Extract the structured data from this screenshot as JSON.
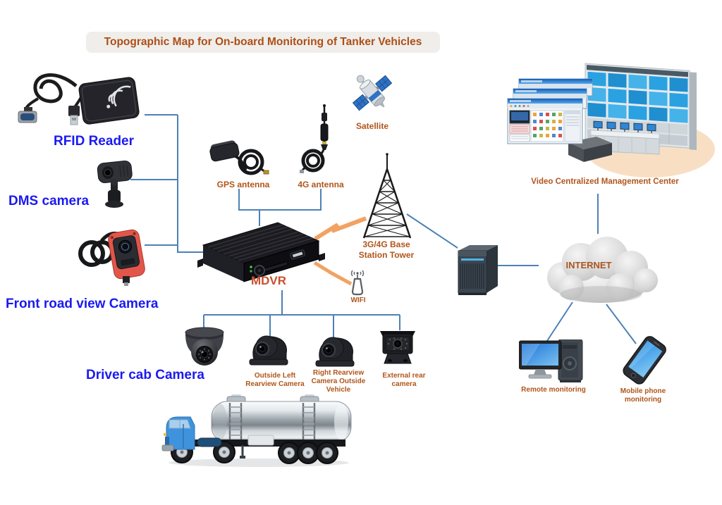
{
  "title": "Topographic Map for On-board Monitoring of Tanker Vehicles",
  "labels": {
    "rfid": "RFID Reader",
    "dms": "DMS camera",
    "front_cam": "Front road view Camera",
    "driver_cab": "Driver cab Camera",
    "gps": "GPS antenna",
    "antenna_4g": "4G antenna",
    "satellite": "Satellite",
    "base_station": "3G/4G Base Station Tower",
    "wifi": "WIFI",
    "mdvr": "MDVR",
    "outside_left": "Outside Left Rearview Camera",
    "right_rearview": "Right Rearview Camera Outside Vehicle",
    "external_rear": "External rear camera",
    "mgmt_center": "Video Centralized Management Center",
    "internet": "INTERNET",
    "remote": "Remote monitoring",
    "mobile": "Mobile phone monitoring"
  },
  "colors": {
    "device_label_blue": "#1a1af0",
    "annotation_brown": "#b0551a",
    "title_text": "#ad4f17",
    "title_background": "#f0eeeb",
    "mdvr_label": "#c7502d",
    "connector_blue": "#4d81b5",
    "wireless_bolt_orange": "#f2a263",
    "screen_blue": "#2aa2e2",
    "cloud_gray": "#c9c9c9"
  },
  "icons": {
    "rfid_reader": "rfid-reader-icon",
    "dms_camera": "dms-camera-icon",
    "front_camera": "front-camera-icon",
    "gps_antenna": "gps-antenna-icon",
    "antenna_4g": "4g-antenna-icon",
    "satellite": "satellite-icon",
    "base_station_tower": "cell-tower-icon",
    "wifi": "wifi-antenna-icon",
    "mdvr": "mdvr-box-icon",
    "dome_camera": "dome-camera-icon",
    "side_camera": "side-camera-icon",
    "rear_camera": "rear-camera-icon",
    "management_center": "control-room-icon",
    "server": "server-icon",
    "internet_cloud": "cloud-icon",
    "desktop_pc": "desktop-pc-icon",
    "mobile_phone": "smartphone-icon",
    "tanker_truck": "tanker-truck-icon"
  }
}
